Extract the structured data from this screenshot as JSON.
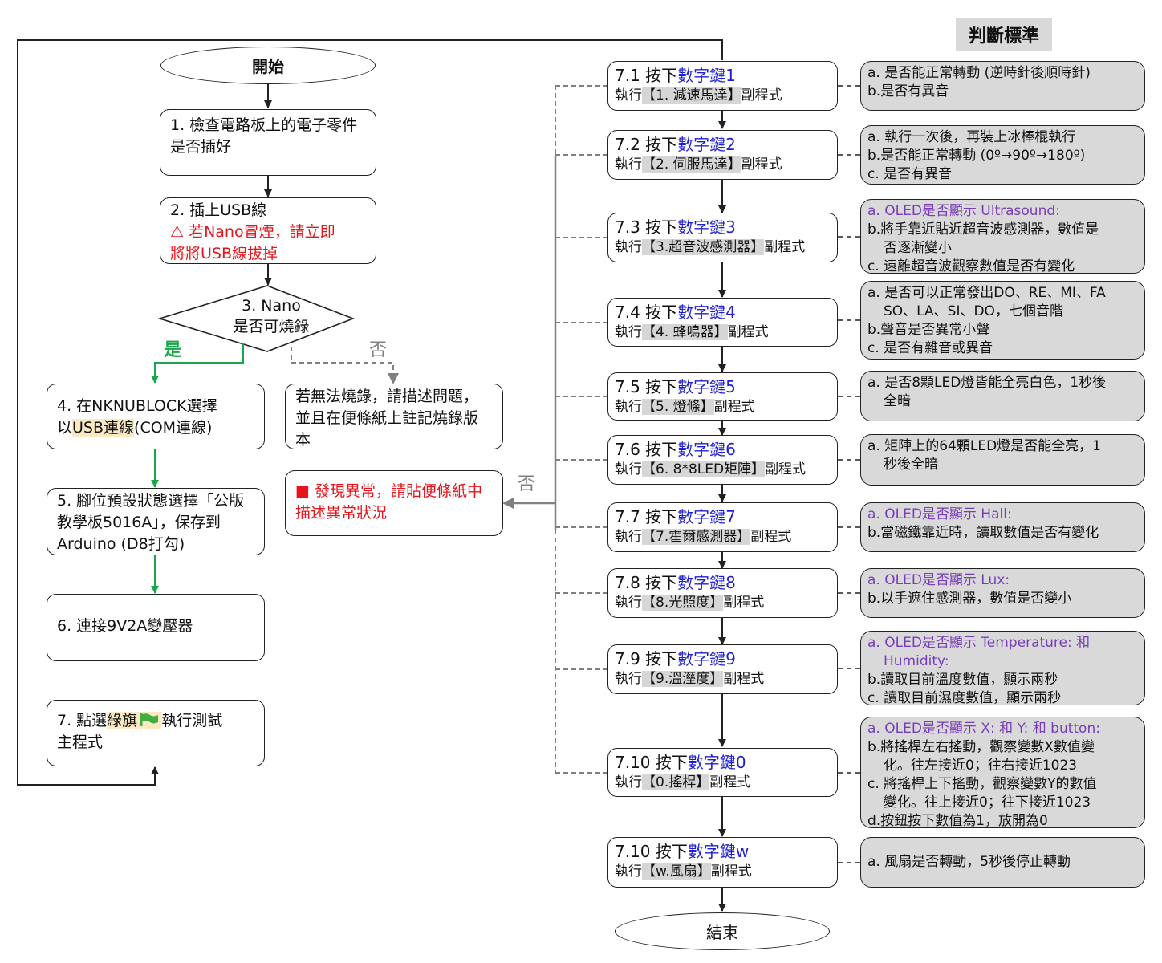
{
  "colors": {
    "line": "#222222",
    "yes_green": "#1aa64a",
    "no_gray": "#808080",
    "warning_red": "#e8141b",
    "key_blue": "#1f1fd1",
    "oled_purple": "#7a3db8",
    "criteria_fill": "#d9d9d9",
    "subroutine_highlight": "#d6d6d6",
    "highlight_yellow": "#fbe9c4"
  },
  "left": {
    "start": "開始",
    "step1": "1. 檢查電路板上的電子零件是否插好",
    "step2": {
      "title": "2. 插上USB線",
      "warning_icon": "warning-triangle-icon",
      "warning_line1": "⚠ 若Nano冒煙，請立即",
      "warning_line2": "將將USB線拔掉"
    },
    "decision": {
      "line1": "3. Nano",
      "line2": "是否可燒錄",
      "yes": "是",
      "no": "否"
    },
    "step4": {
      "prefix": "4. 在NKNUBLOCK選擇",
      "line2_pre": "以",
      "line2_hl": "USB連線",
      "line2_post": "(COM連線)"
    },
    "burn_fail": "若無法燒錄，請描述問題，並且在便條紙上註記燒錄版本",
    "step5": "5. 腳位預設狀態選擇「公版教學板5016A」，保存到 Arduino (D8打勾)",
    "abnormal": {
      "icon": "red-square-icon",
      "text": "■ 發現異常，請貼便條紙中描述異常狀況",
      "no_label": "否"
    },
    "step6": "6. 連接9V2A變壓器",
    "step7": {
      "pre": "7. 點選",
      "hl": "綠旗",
      "flag_icon": "green-flag-icon",
      "post": "執行測試",
      "line2": "主程式"
    }
  },
  "criteria_title": "判斷標準",
  "steps": [
    {
      "num": "7.1 按下",
      "key": "數字鍵1",
      "exec": "執行",
      "sub": "【1. 減速馬達】",
      "suffix": "副程式"
    },
    {
      "num": "7.2 按下",
      "key": "數字鍵2",
      "exec": "執行",
      "sub": "【2. 伺服馬達】",
      "suffix": "副程式"
    },
    {
      "num": "7.3 按下",
      "key": "數字鍵3",
      "exec": "執行",
      "sub": "【3.超音波感測器】",
      "suffix": "副程式"
    },
    {
      "num": "7.4 按下",
      "key": "數字鍵4",
      "exec": "執行",
      "sub": "【4. 蜂鳴器】",
      "suffix": "副程式"
    },
    {
      "num": "7.5 按下",
      "key": "數字鍵5",
      "exec": "執行",
      "sub": "【5. 燈條】",
      "suffix": "副程式"
    },
    {
      "num": "7.6 按下",
      "key": "數字鍵6",
      "exec": "執行",
      "sub": "【6. 8*8LED矩陣】",
      "suffix": "副程式"
    },
    {
      "num": "7.7 按下",
      "key": "數字鍵7",
      "exec": "執行",
      "sub": "【7.霍爾感測器】",
      "suffix": "副程式"
    },
    {
      "num": "7.8 按下",
      "key": "數字鍵8",
      "exec": "執行",
      "sub": "【8.光照度】",
      "suffix": "副程式"
    },
    {
      "num": "7.9 按下",
      "key": "數字鍵9",
      "exec": "執行",
      "sub": "【9.溫溼度】",
      "suffix": "副程式"
    },
    {
      "num": "7.10 按下",
      "key": "數字鍵0",
      "exec": "執行",
      "sub": "【0.搖桿】",
      "suffix": "副程式"
    },
    {
      "num": "7.10 按下",
      "key": "數字鍵w",
      "exec": "執行",
      "sub": "【w.風扇】",
      "suffix": "副程式"
    }
  ],
  "criteria": [
    [
      {
        "t": "a. 是否能正常轉動 (逆時針後順時針)"
      },
      {
        "t": "b.是否有異音"
      }
    ],
    [
      {
        "t": "a. 執行一次後，再裝上冰棒棍執行"
      },
      {
        "t": "b.是否能正常轉動 (0º→90º→180º)"
      },
      {
        "t": "c. 是否有異音"
      }
    ],
    [
      {
        "t": "a. OLED是否顯示 Ultrasound:",
        "purple": true
      },
      {
        "t": "b.將手靠近貼近超音波感測器，數值是"
      },
      {
        "t": "否逐漸變小",
        "indent": true
      },
      {
        "t": "c. 遠離超音波觀察數值是否有變化"
      }
    ],
    [
      {
        "t": "a. 是否可以正常發出DO、RE、MI、FA"
      },
      {
        "t": "SO、LA、SI、DO，七個音階",
        "indent": true
      },
      {
        "t": "b.聲音是否異常小聲"
      },
      {
        "t": "c. 是否有雜音或異音"
      }
    ],
    [
      {
        "t": "a. 是否8顆LED燈皆能全亮白色，1秒後"
      },
      {
        "t": "全暗",
        "indent": true
      }
    ],
    [
      {
        "t": "a. 矩陣上的64顆LED燈是否能全亮，1"
      },
      {
        "t": "秒後全暗",
        "indent": true
      }
    ],
    [
      {
        "t": "a. OLED是否顯示 Hall:",
        "purple": true
      },
      {
        "t": "b.當磁鐵靠近時，讀取數值是否有變化"
      }
    ],
    [
      {
        "t": "a. OLED是否顯示 Lux:",
        "purple": true
      },
      {
        "t": "b.以手遮住感測器，數值是否變小"
      }
    ],
    [
      {
        "t": "a. OLED是否顯示 Temperature: 和",
        "purple": true
      },
      {
        "t": "Humidity:",
        "indent": true,
        "purple": true
      },
      {
        "t": "b.讀取目前溫度數值，顯示兩秒"
      },
      {
        "t": "c. 讀取目前濕度數值，顯示兩秒"
      }
    ],
    [
      {
        "t": "a. OLED是否顯示 X: 和 Y: 和 button:",
        "purple": true
      },
      {
        "t": "b.將搖桿左右搖動，觀察變數X數值變"
      },
      {
        "t": "化。往左接近0；往右接近1023",
        "indent": true
      },
      {
        "t": "c. 將搖桿上下搖動，觀察變數Y的數值"
      },
      {
        "t": "變化。往上接近0；往下接近1023",
        "indent": true
      },
      {
        "t": "d.按鈕按下數值為1，放開為0"
      }
    ],
    [
      {
        "t": "a. 風扇是否轉動，5秒後停止轉動"
      }
    ]
  ],
  "end": "結束"
}
